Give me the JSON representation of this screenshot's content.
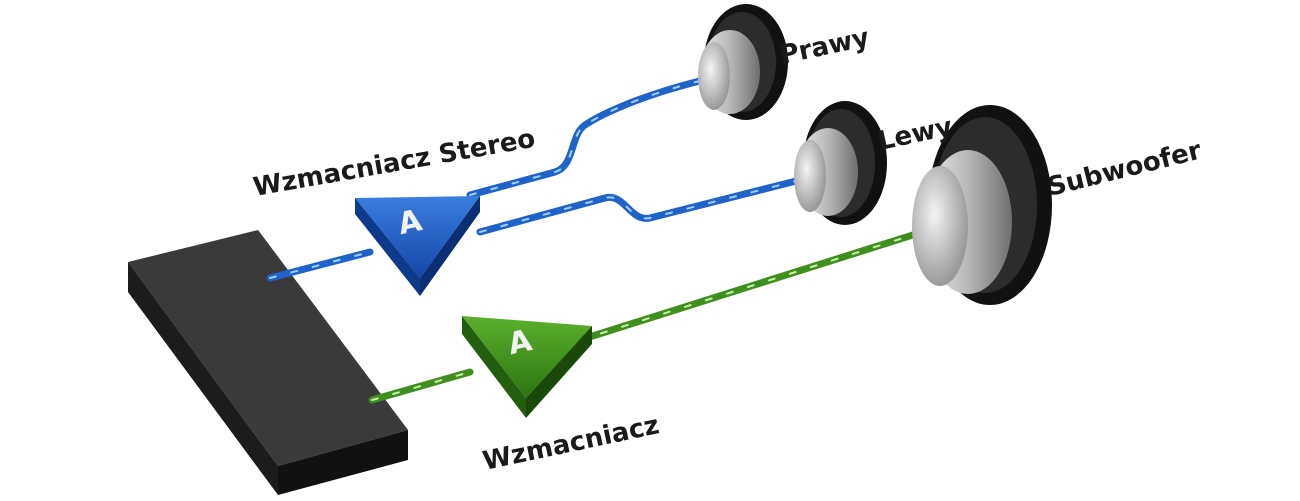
{
  "labels": {
    "stereo_amp": "Wzmacniacz Stereo",
    "amp": "Wzmacniacz",
    "right": "Prawy",
    "left": "Lewy",
    "subwoofer": "Subwoofer"
  },
  "amp_symbol": "A",
  "colors": {
    "stereo_cable": "#1f63c9",
    "sub_cable": "#3f8f1e",
    "stereo_amp": "#1a55c0",
    "sub_amp": "#3a8a1c",
    "head_unit": "#2b2b2b",
    "speaker_rim": "#111111",
    "speaker_cone": "#bdbdbd"
  }
}
